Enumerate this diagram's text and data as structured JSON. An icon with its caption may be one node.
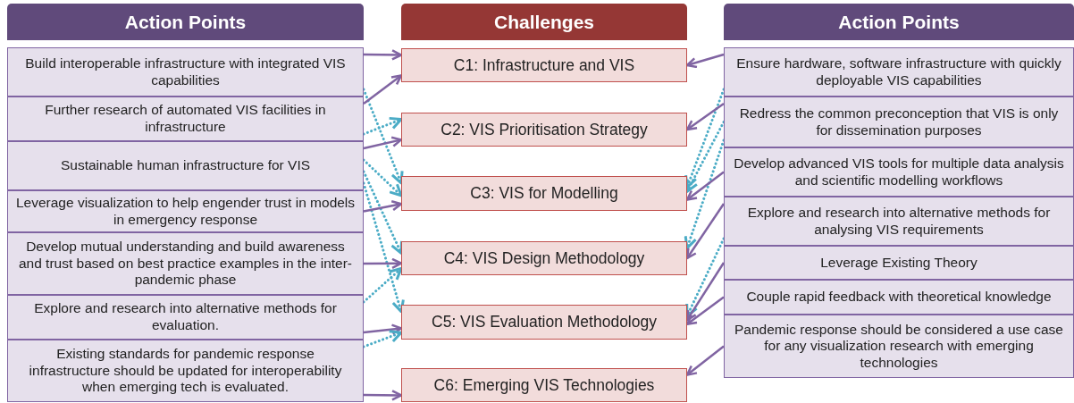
{
  "diagram": {
    "nodes": [
      {
        "text": [
          "Action Points"
        ]
      },
      {
        "text": [
          "Build interoperable infrastructure with integrated VIS capabilities"
        ]
      },
      {
        "text": [
          "Further research of automated VIS facilities in infrastructure"
        ]
      },
      {
        "text": [
          "Sustainable human infrastructure for VIS"
        ]
      },
      {
        "text": [
          "Leverage visualization to help engender trust in models in emergency response"
        ]
      },
      {
        "text": [
          "Develop mutual understanding and build awareness and trust based on best practice examples in the inter-pandemic phase"
        ]
      },
      {
        "text": [
          "Explore and research into alternative methods for evaluation."
        ]
      },
      {
        "text": [
          "Existing standards for pandemic response infrastructure should be updated for interoperability when emerging tech is evaluated."
        ]
      },
      {
        "text": [
          "Challenges"
        ]
      },
      {
        "text": [
          "C1: Infrastructure and VIS"
        ]
      },
      {
        "text": [
          "C2: VIS Prioritisation Strategy"
        ]
      },
      {
        "text": [
          "C3: VIS for Modelling"
        ]
      },
      {
        "text": [
          "C4: VIS Design Methodology"
        ]
      },
      {
        "text": [
          "C5: VIS Evaluation Methodology"
        ]
      },
      {
        "text": [
          "C6: Emerging VIS Technologies"
        ]
      },
      {
        "text": [
          "Action Points"
        ]
      },
      {
        "text": [
          "Ensure hardware, software infrastructure with quickly deployable VIS capabilities"
        ]
      },
      {
        "text": [
          "Redress the common preconception that VIS is only for dissemination purposes"
        ]
      },
      {
        "text": [
          "Develop advanced VIS tools for multiple data analysis and scientific modelling workflows"
        ]
      },
      {
        "text": [
          "Explore and research into alternative methods for analysing VIS requirements"
        ]
      },
      {
        "text": [
          "Leverage Existing Theory"
        ]
      },
      {
        "text": [
          "Couple rapid feedback with theoretical knowledge"
        ]
      },
      {
        "text": [
          "Pandemic response should be considered a use case for any visualization research with emerging technologies"
        ]
      }
    ],
    "edges": [
      {
        "from": 1,
        "to": 9,
        "arrow": "to"
      },
      {
        "from": 1,
        "to": 11,
        "arrow": "to",
        "style": "dashed",
        "color": "#4bacc6"
      },
      {
        "from": 2,
        "to": 9,
        "arrow": "to"
      },
      {
        "from": 2,
        "to": 10,
        "arrow": "to",
        "style": "dashed",
        "color": "#4bacc6"
      },
      {
        "from": 3,
        "to": 10,
        "arrow": "to"
      },
      {
        "from": 3,
        "to": 11,
        "arrow": "to",
        "style": "dashed",
        "color": "#4bacc6"
      },
      {
        "from": 3,
        "to": 12,
        "arrow": "to",
        "style": "dashed",
        "color": "#4bacc6"
      },
      {
        "from": 3,
        "to": 13,
        "arrow": "to",
        "style": "dashed",
        "color": "#4bacc6"
      },
      {
        "from": 4,
        "to": 11,
        "arrow": "to"
      },
      {
        "from": 5,
        "to": 12,
        "arrow": "to"
      },
      {
        "from": 6,
        "to": 13,
        "arrow": "to"
      },
      {
        "from": 6,
        "to": 12,
        "arrow": "to",
        "style": "dashed",
        "color": "#4bacc6"
      },
      {
        "from": 7,
        "to": 14,
        "arrow": "to"
      },
      {
        "from": 7,
        "to": 13,
        "arrow": "to",
        "style": "dashed",
        "color": "#4bacc6"
      },
      {
        "from": 16,
        "to": 9,
        "arrow": "to"
      },
      {
        "from": 16,
        "to": 11,
        "arrow": "to",
        "style": "dashed",
        "color": "#4bacc6"
      },
      {
        "from": 17,
        "to": 10,
        "arrow": "to"
      },
      {
        "from": 17,
        "to": 11,
        "arrow": "to",
        "style": "dashed",
        "color": "#4bacc6"
      },
      {
        "from": 17,
        "to": 12,
        "arrow": "to",
        "style": "dashed",
        "color": "#4bacc6"
      },
      {
        "from": 18,
        "to": 11,
        "arrow": "to"
      },
      {
        "from": 19,
        "to": 12,
        "arrow": "to"
      },
      {
        "from": 19,
        "to": 13,
        "arrow": "to",
        "style": "dashed",
        "color": "#4bacc6"
      },
      {
        "from": 20,
        "to": 13,
        "arrow": "to"
      },
      {
        "from": 21,
        "to": 13,
        "arrow": "to"
      },
      {
        "from": 22,
        "to": 14,
        "arrow": "to"
      }
    ]
  }
}
